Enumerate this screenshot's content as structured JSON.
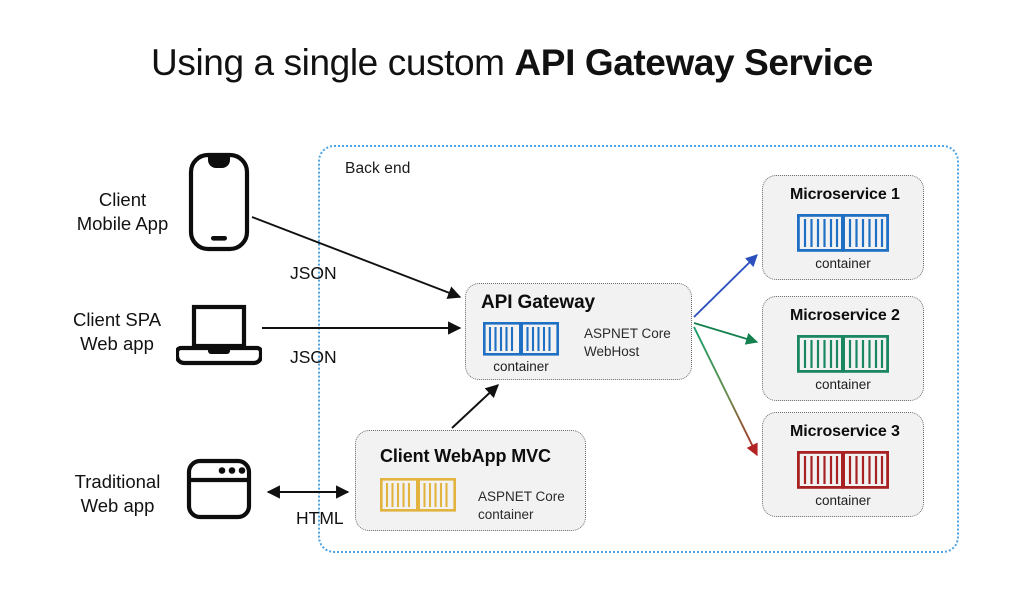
{
  "title": {
    "prefix": "Using a single custom ",
    "emphasis": "API Gateway Service"
  },
  "backend": {
    "label": "Back end"
  },
  "clients": [
    {
      "id": "mobile",
      "label_line1": "Client",
      "label_line2": "Mobile App",
      "icon": "mobile-phone-icon",
      "protocol": "JSON"
    },
    {
      "id": "spa",
      "label_line1": "Client SPA",
      "label_line2": "Web app",
      "icon": "laptop-icon",
      "protocol": "JSON"
    },
    {
      "id": "traditional",
      "label_line1": "Traditional",
      "label_line2": "Web app",
      "icon": "browser-window-icon",
      "protocol": "HTML"
    }
  ],
  "gateway": {
    "title": "API Gateway",
    "subtitle_line1": "ASPNET Core",
    "subtitle_line2": "WebHost",
    "container_caption": "container",
    "container_color": "#1F6FC4"
  },
  "webapp": {
    "title": "Client WebApp MVC",
    "subtitle_line1": "ASPNET Core",
    "subtitle_line2": "container",
    "container_color": "#E2B33F"
  },
  "microservices": [
    {
      "title": "Microservice 1",
      "container_caption": "container",
      "container_color": "#1F6FC4",
      "arrow_color": "#2B4FBE"
    },
    {
      "title": "Microservice 2",
      "container_caption": "container",
      "container_color": "#1A8761",
      "arrow_color": "#14814F"
    },
    {
      "title": "Microservice 3",
      "container_caption": "container",
      "container_color": "#A82224",
      "arrow_color": "#B22222"
    }
  ],
  "colors": {
    "backend_border": "#4FA3E3",
    "node_fill": "#F2F2F2",
    "node_border": "#6d6d6d",
    "arrow_black": "#101010"
  }
}
